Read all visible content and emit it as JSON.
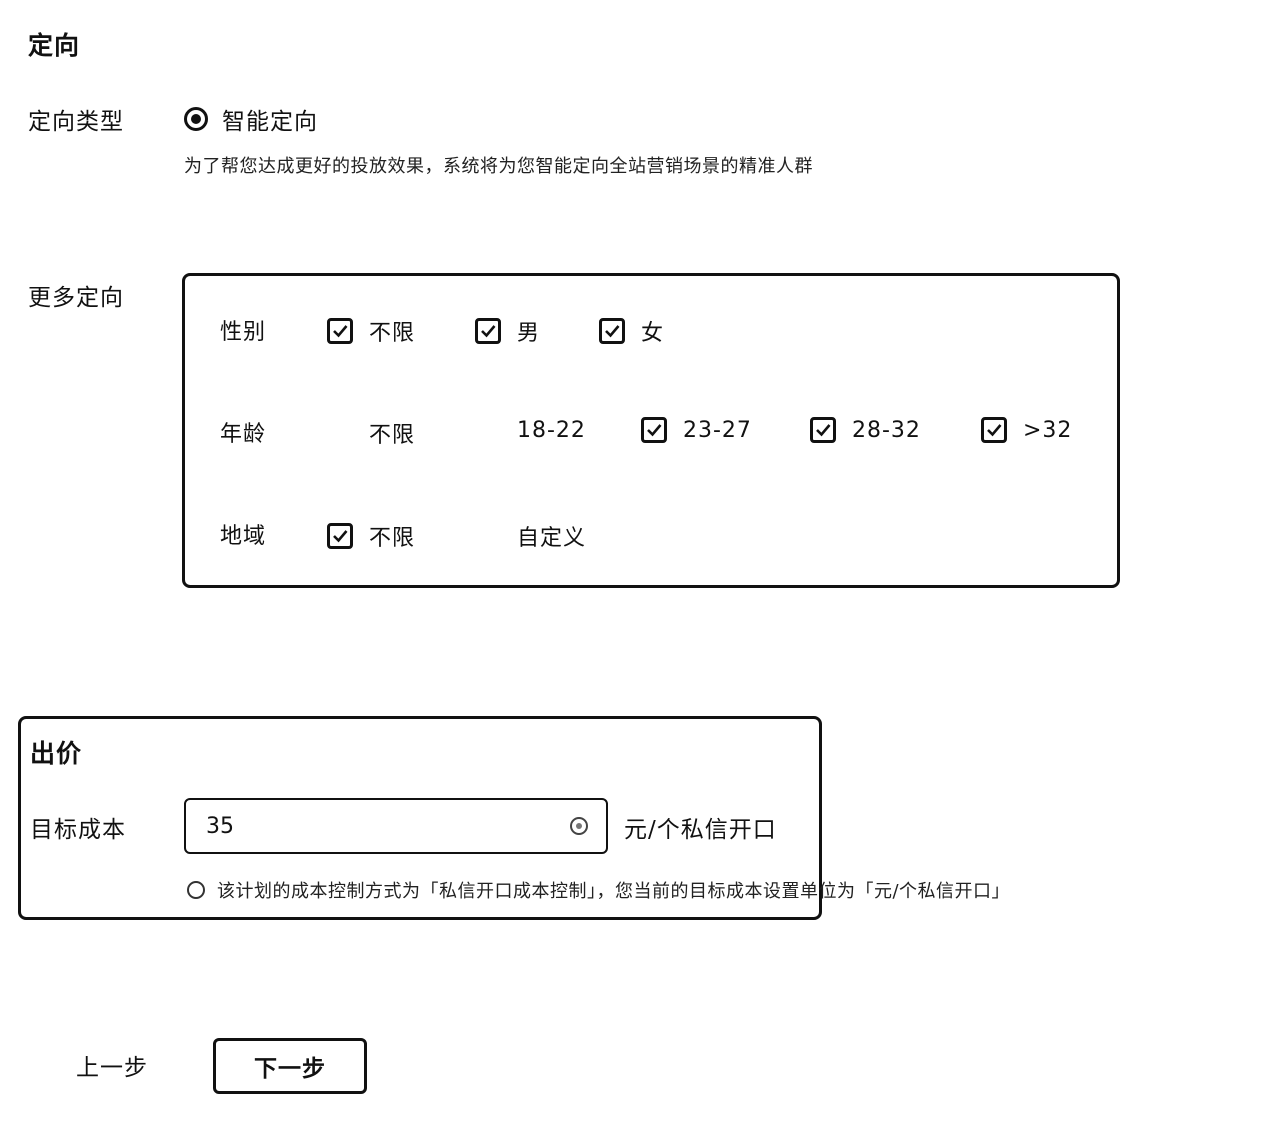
{
  "targeting": {
    "section_title": "定向",
    "type_label": "定向类型",
    "type_option": {
      "label": "智能定向",
      "selected": true
    },
    "type_hint": "为了帮您达成更好的投放效果，系统将为您智能定向全站营销场景的精准人群",
    "more_label": "更多定向",
    "gender": {
      "label": "性别",
      "options": [
        {
          "label": "不限",
          "checked": true
        },
        {
          "label": "男",
          "checked": true
        },
        {
          "label": "女",
          "checked": true
        }
      ]
    },
    "age": {
      "label": "年龄",
      "options": [
        {
          "label": "不限",
          "checked": false
        },
        {
          "label": "18-22",
          "checked": false
        },
        {
          "label": "23-27",
          "checked": true
        },
        {
          "label": "28-32",
          "checked": true
        },
        {
          "label": ">32",
          "checked": true
        }
      ]
    },
    "region": {
      "label": "地域",
      "options": [
        {
          "label": "不限",
          "checked": true
        },
        {
          "label": "自定义",
          "checked": false
        }
      ]
    }
  },
  "bidding": {
    "section_title": "出价",
    "target_cost_label": "目标成本",
    "target_cost_value": "35",
    "unit": "元/个私信开口",
    "notice": "该计划的成本控制方式为「私信开口成本控制」，您当前的目标成本设置单位为「元/个私信开口」"
  },
  "footer": {
    "prev_label": "上一步",
    "next_label": "下一步"
  }
}
